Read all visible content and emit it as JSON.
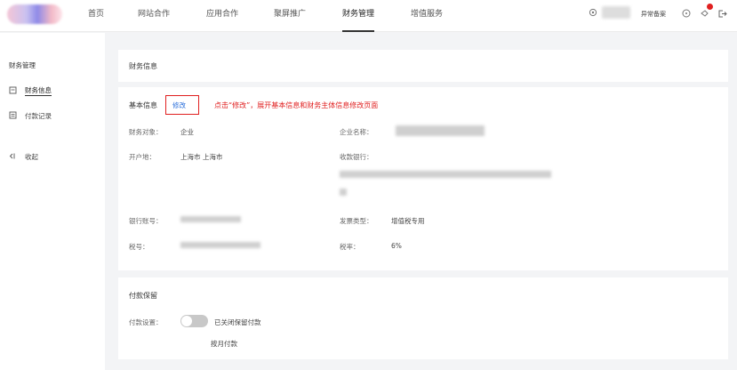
{
  "nav": {
    "items": [
      "首页",
      "网站合作",
      "应用合作",
      "聚屏推广",
      "财务管理",
      "增值服务"
    ],
    "active": "财务管理",
    "right_label": "异常备案"
  },
  "sidebar": {
    "title": "财务管理",
    "items": [
      {
        "label": "财务信息",
        "icon": "document-icon",
        "active": true
      },
      {
        "label": "付款记录",
        "icon": "receipt-icon",
        "active": false
      }
    ],
    "collapse_label": "收起"
  },
  "finance_header": {
    "title": "财务信息"
  },
  "basic": {
    "title": "基本信息",
    "edit_label": "修改",
    "tip": "点击“修改”，展开基本信息和财务主体信息修改页面",
    "finance_object_label": "财务对象：",
    "finance_object_value": "企业",
    "company_name_label": "企业名称：",
    "account_location_label": "开户地：",
    "account_location_value": "上海市 上海市",
    "receiving_bank_label": "收款银行：",
    "bank_account_label": "银行账号：",
    "invoice_type_label": "发票类型：",
    "invoice_type_value": "增值税专用",
    "tax_no_label": "税号：",
    "tax_rate_label": "税率：",
    "tax_rate_value": "6%"
  },
  "payment_hold": {
    "title": "付款保留",
    "setting_label": "付款设置：",
    "toggle_text": "已关闭保留付款",
    "toggle_on": false,
    "mode_text": "按月付款"
  }
}
